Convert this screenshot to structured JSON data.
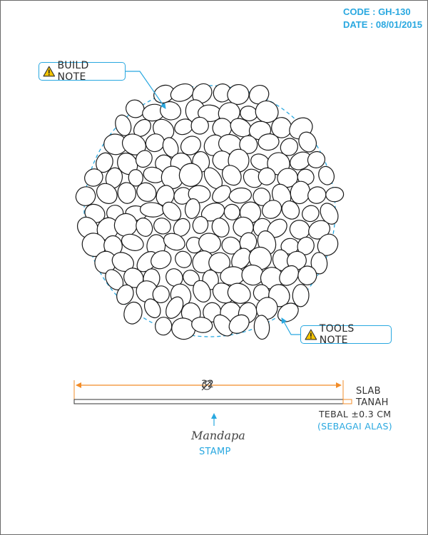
{
  "header": {
    "code": "CODE : GH-130",
    "date": "DATE : 08/01/2015"
  },
  "callouts": {
    "build_note": "BUILD NOTE",
    "tools_note": "TOOLS NOTE"
  },
  "dimension": {
    "diameter": "32"
  },
  "slab": {
    "line1": "SLAB",
    "line2": "TANAH",
    "line3": "TEBAL ±0.3 CM",
    "line4": "(SEBAGAI ALAS)"
  },
  "brand": {
    "logo": "Mandapa",
    "label": "STAMP"
  },
  "colors": {
    "accent": "#29a8e0",
    "dimension": "#f28c28",
    "stroke": "#1a1a1a"
  },
  "icons": [
    "warning-icon",
    "diameter-icon",
    "arrow-up-icon"
  ]
}
